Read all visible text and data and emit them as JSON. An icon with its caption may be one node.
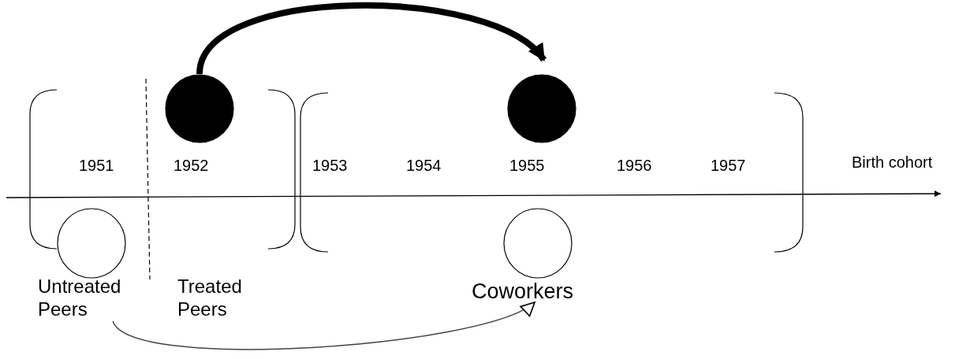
{
  "diagram": {
    "nodes": [
      {
        "text": [],
        "shape": "circle"
      },
      {
        "text": [],
        "shape": "circle"
      },
      {
        "text": [],
        "shape": "circle"
      },
      {
        "text": [],
        "shape": "circle"
      },
      {
        "text": [
          "Untreated Peers"
        ]
      },
      {
        "text": [
          "Coworkers"
        ]
      }
    ],
    "edges": [
      {
        "from": 0,
        "to": 1,
        "arrow": "to",
        "style": "thick"
      },
      {
        "from": 4,
        "to": 5,
        "arrow": "to"
      }
    ],
    "labels": [
      "1951",
      "1952",
      "1953",
      "1954",
      "1955",
      "1956",
      "1957",
      "Birth cohort",
      "Treated Peers"
    ]
  }
}
